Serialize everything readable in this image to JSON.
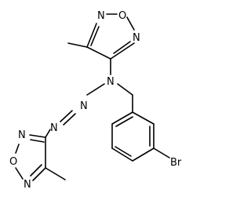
{
  "atoms": {
    "n_top_ring": "N",
    "o_top_ring": "O",
    "n_top_ring_right": "N",
    "n_central": "N",
    "n_azo_middle": "N",
    "n_azo_left": "N",
    "n_bottom_ring_top": "N",
    "o_bottom_ring": "O",
    "n_bottom_ring_bottom": "N",
    "br": "Br"
  }
}
